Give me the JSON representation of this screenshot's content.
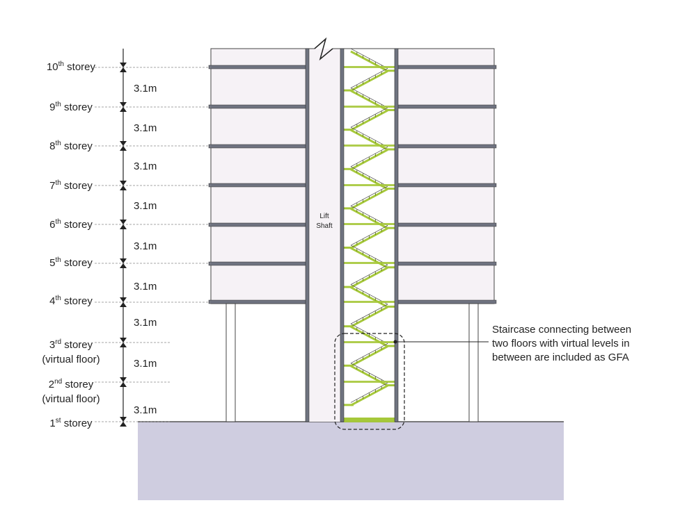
{
  "storeys": [
    {
      "base": "10",
      "sup": "th",
      "word": " storey",
      "sub": ""
    },
    {
      "base": "9",
      "sup": "th",
      "word": " storey",
      "sub": ""
    },
    {
      "base": "8",
      "sup": "th",
      "word": " storey",
      "sub": ""
    },
    {
      "base": "7",
      "sup": "th",
      "word": " storey",
      "sub": ""
    },
    {
      "base": "6",
      "sup": "th",
      "word": " storey",
      "sub": ""
    },
    {
      "base": "5",
      "sup": "th",
      "word": " storey",
      "sub": ""
    },
    {
      "base": "4",
      "sup": "th",
      "word": " storey",
      "sub": ""
    },
    {
      "base": "3",
      "sup": "rd",
      "word": " storey",
      "sub": "(virtual floor)"
    },
    {
      "base": "2",
      "sup": "nd",
      "word": " storey",
      "sub": "(virtual floor)"
    },
    {
      "base": "1",
      "sup": "st",
      "word": " storey",
      "sub": ""
    }
  ],
  "spacing": [
    "3.1m",
    "3.1m",
    "3.1m",
    "3.1m",
    "3.1m",
    "3.1m",
    "3.1m",
    "3.1m",
    "3.1m"
  ],
  "lift_shaft": {
    "line1": "Lift",
    "line2": "Shaft"
  },
  "callout": {
    "lines": [
      "Staircase connecting between",
      "two floors with virtual levels in",
      "between are included as GFA"
    ]
  },
  "colors": {
    "ground": "#cfcde0",
    "floor_fill": "#f6f2f6",
    "structure": "#6f7380",
    "stair_green": "#a6c83a"
  }
}
